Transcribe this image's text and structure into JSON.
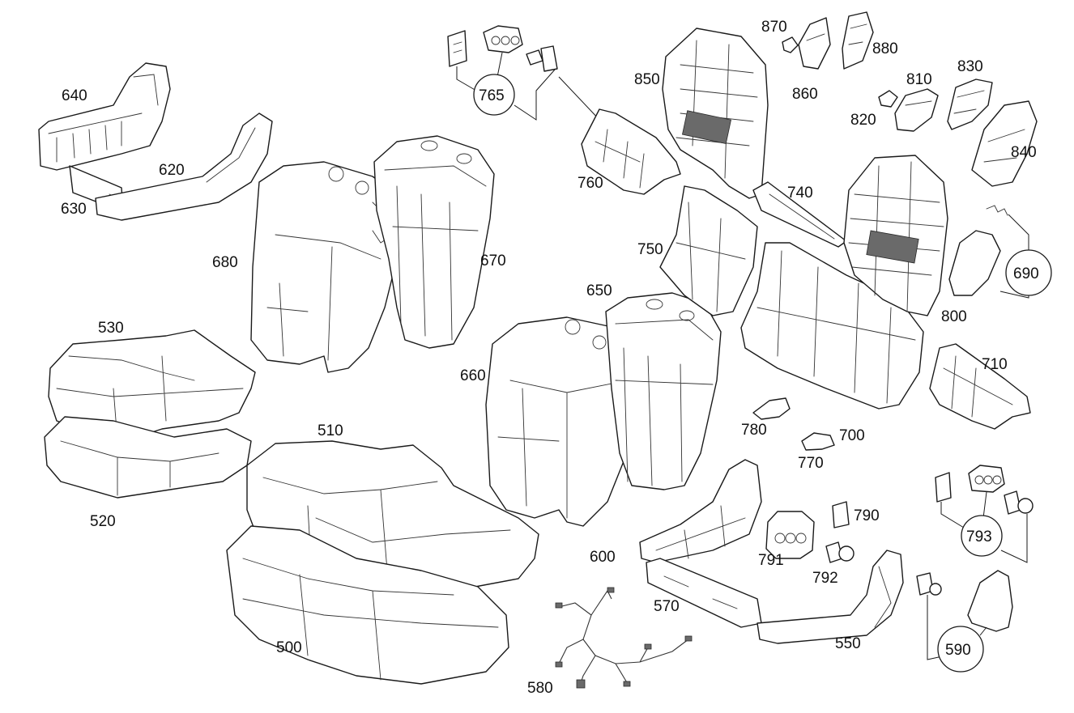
{
  "labels": {
    "p500": "500",
    "p510": "510",
    "p520": "520",
    "p530": "530",
    "p550": "550",
    "p570": "570",
    "p580": "580",
    "p590": "590",
    "p600": "600",
    "p620": "620",
    "p630": "630",
    "p640": "640",
    "p650": "650",
    "p660": "660",
    "p670": "670",
    "p680": "680",
    "p690": "690",
    "p700": "700",
    "p710": "710",
    "p740": "740",
    "p750": "750",
    "p760": "760",
    "p765": "765",
    "p770": "770",
    "p780": "780",
    "p790": "790",
    "p791": "791",
    "p792": "792",
    "p793": "793",
    "p800": "800",
    "p810": "810",
    "p820": "820",
    "p830": "830",
    "p840": "840",
    "p850": "850",
    "p860": "860",
    "p870": "870",
    "p880": "880"
  },
  "colors": {
    "line": "#1a1a1a",
    "background": "#ffffff",
    "dark_part": "#6a6a6a"
  }
}
